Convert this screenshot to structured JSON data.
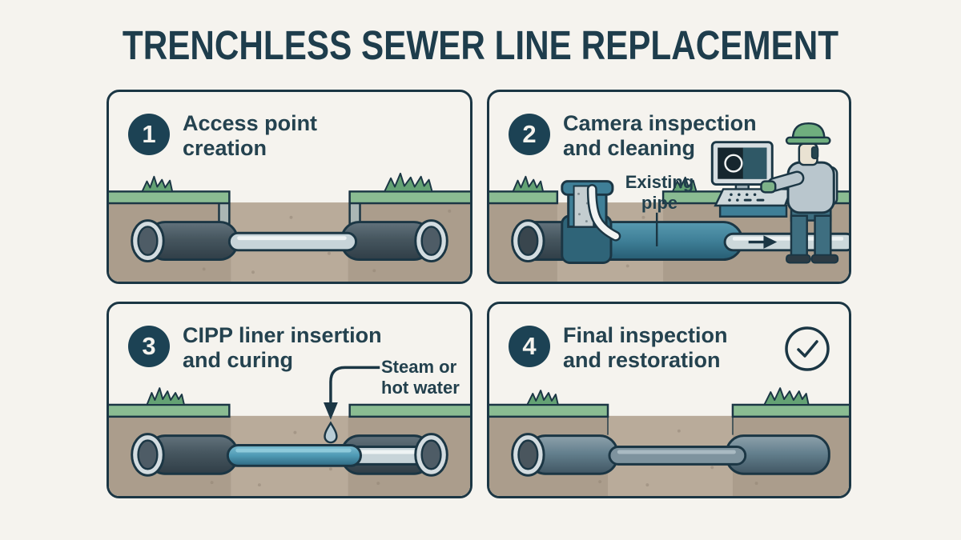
{
  "title": "TRENCHLESS SEWER LINE REPLACEMENT",
  "panels": [
    {
      "number": "1",
      "label_lines": [
        "Access point",
        "creation"
      ]
    },
    {
      "number": "2",
      "label_lines": [
        "Camera inspection",
        "and cleaning"
      ],
      "annotation_lines": [
        "Existing",
        "pipe"
      ]
    },
    {
      "number": "3",
      "label_lines": [
        "CIPP liner insertion",
        "and curing"
      ],
      "annotation_lines": [
        "Steam or",
        "hot water"
      ]
    },
    {
      "number": "4",
      "label_lines": [
        "Final inspection",
        "and restoration"
      ]
    }
  ],
  "icons": {
    "check": "check-circle",
    "droplet": "water-drop",
    "down_arrow": "arrow-down",
    "right_arrow": "arrow-right"
  },
  "colors": {
    "background": "#f5f3ee",
    "outline": "#1b3644",
    "heading": "#24424f",
    "badge": "#1c4254",
    "grass": "#8abc92",
    "grass_tuft": "#64a274",
    "soil": "#b9ab9a",
    "soil_shaded": "#ab9d8c",
    "pipe_dark": "#46565f",
    "pipe_rim": "#d3dce0",
    "thin_pipe": "#c7d4d9",
    "teal_pipe": "#3f7f97",
    "liner_teal": "#4f9ab5",
    "gray_pipe": "#64808e"
  }
}
